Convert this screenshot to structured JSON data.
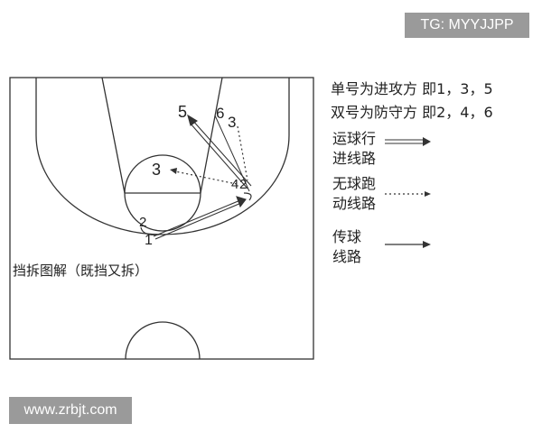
{
  "watermark_top": "TG: MYYJJPP",
  "watermark_bottom": "www.zrbjt.com",
  "legend": {
    "line1": "单号为进攻方 即1，3，5",
    "line2": "双号为防守方 即2，4，6",
    "dribble_l1": "运球行",
    "dribble_l2": "进线路",
    "run_l1": "无球跑",
    "run_l2": "动线路",
    "pass_l1": "传球",
    "pass_l2": "线路"
  },
  "caption": "挡拆图解（既挡又拆）",
  "players": {
    "p1": "1",
    "p2": "2",
    "p3": "3",
    "p4": "4",
    "p5": "5",
    "p6": "6",
    "p3b": "3",
    "p2b": "2"
  }
}
